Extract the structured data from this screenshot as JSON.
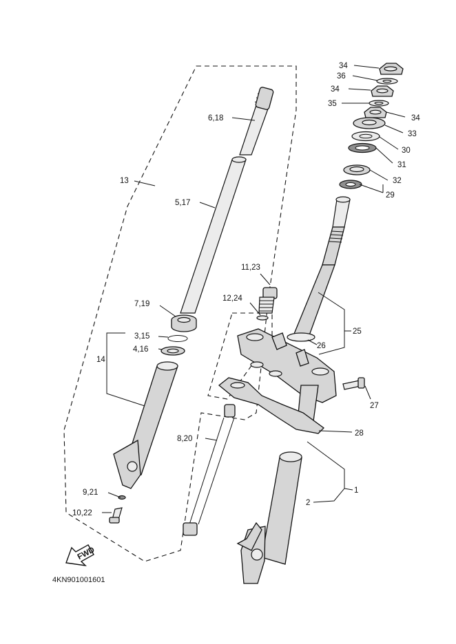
{
  "diagram": {
    "callouts": {
      "c34a": "34",
      "c36": "36",
      "c34b": "34",
      "c35": "35",
      "c34c": "34",
      "c33": "33",
      "c30": "30",
      "c31": "31",
      "c32": "32",
      "c29": "29",
      "c6_18": "6,18",
      "c13": "13",
      "c5_17": "5,17",
      "c11_23": "11,23",
      "c12_24": "12,24",
      "c7_19": "7,19",
      "c3_15": "3,15",
      "c4_16": "4,16",
      "c14": "14",
      "c25": "25",
      "c26": "26",
      "c27": "27",
      "c8_20": "8,20",
      "c28": "28",
      "c1": "1",
      "c2": "2",
      "c9_21": "9,21",
      "c10_22": "10,22"
    },
    "fwd_label": "FWD",
    "diagram_code": "4KN901001601"
  }
}
